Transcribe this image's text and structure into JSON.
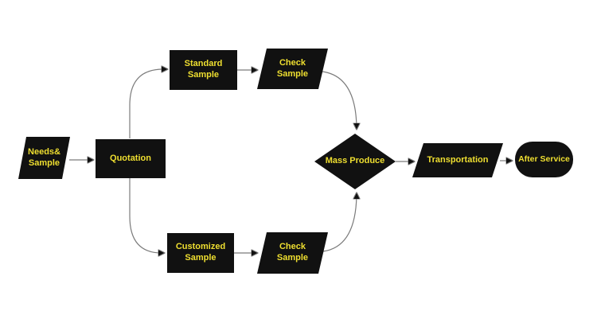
{
  "diagram": {
    "type": "flowchart",
    "colors": {
      "shape_fill": "#111111",
      "label_text": "#efdf30",
      "connector": "#7b7b7b",
      "arrow": "#111111",
      "background": "#ffffff"
    },
    "nodes": [
      {
        "id": "needs-sample",
        "shape": "parallelogram",
        "label": "Needs&\nSample"
      },
      {
        "id": "quotation",
        "shape": "rectangle",
        "label": "Quotation"
      },
      {
        "id": "standard-sample",
        "shape": "rectangle",
        "label": "Standard\nSample"
      },
      {
        "id": "check-sample-top",
        "shape": "parallelogram",
        "label": "Check\nSample"
      },
      {
        "id": "customized-sample",
        "shape": "rectangle",
        "label": "Customized\nSample"
      },
      {
        "id": "check-sample-bottom",
        "shape": "parallelogram",
        "label": "Check\nSample"
      },
      {
        "id": "mass-produce",
        "shape": "diamond",
        "label": "Mass Produce"
      },
      {
        "id": "transportation",
        "shape": "parallelogram",
        "label": "Transportation"
      },
      {
        "id": "after-service",
        "shape": "stadium",
        "label": "After Service"
      }
    ],
    "edges": [
      {
        "from": "needs-sample",
        "to": "quotation"
      },
      {
        "from": "quotation",
        "to": "standard-sample"
      },
      {
        "from": "standard-sample",
        "to": "check-sample-top"
      },
      {
        "from": "check-sample-top",
        "to": "mass-produce"
      },
      {
        "from": "quotation",
        "to": "customized-sample"
      },
      {
        "from": "customized-sample",
        "to": "check-sample-bottom"
      },
      {
        "from": "check-sample-bottom",
        "to": "mass-produce"
      },
      {
        "from": "mass-produce",
        "to": "transportation"
      },
      {
        "from": "transportation",
        "to": "after-service"
      }
    ]
  }
}
